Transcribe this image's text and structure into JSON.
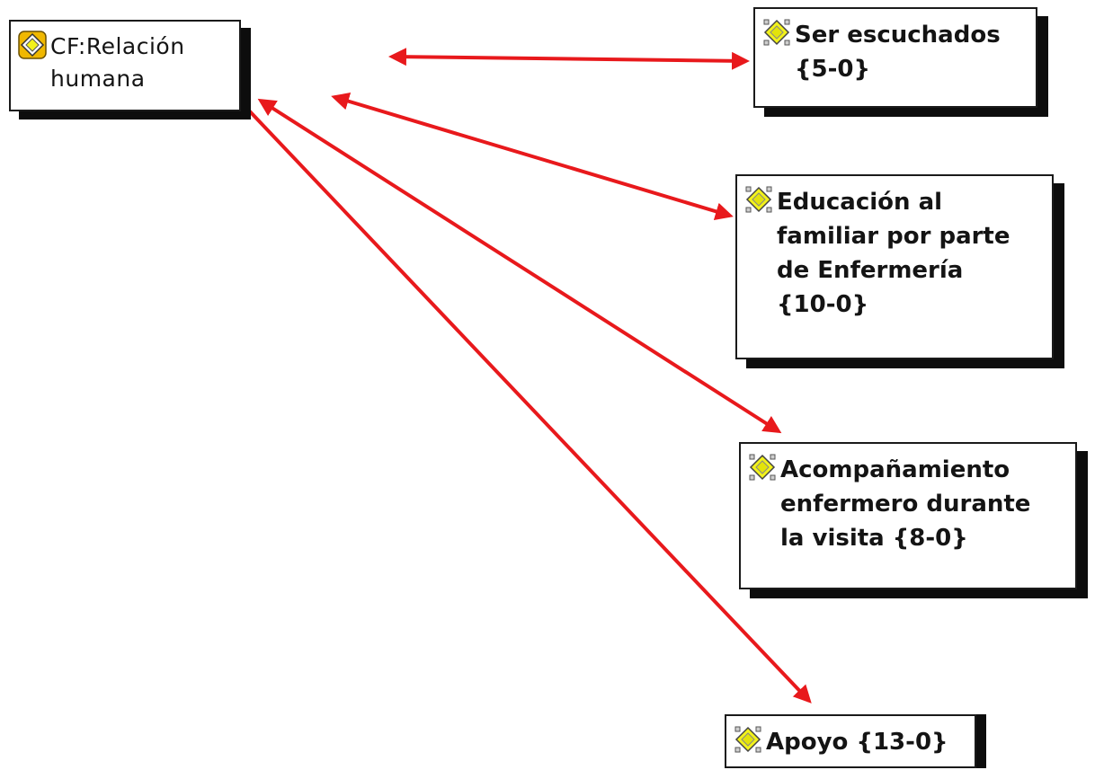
{
  "code": {
    "label": "CF:Relación\nhumana",
    "icon": "code-icon"
  },
  "quotations": [
    {
      "id": "ser",
      "label": "Ser escuchados\n{5-0}",
      "icon": "quotation-icon"
    },
    {
      "id": "edu",
      "label": "Educación al\nfamiliar por parte\nde Enfermería\n{10-0}",
      "icon": "quotation-icon"
    },
    {
      "id": "acomp",
      "label": "Acompañamiento\nenfermero durante\nla visita {8-0}",
      "icon": "quotation-icon"
    },
    {
      "id": "apoyo",
      "label": "Apoyo {13-0}",
      "icon": "quotation-icon"
    }
  ],
  "colors": {
    "link": "#e8191c",
    "icon_fill": "#f2f21a",
    "code_icon_bg": "#f0b800",
    "shadow": "#0d0d0d"
  }
}
